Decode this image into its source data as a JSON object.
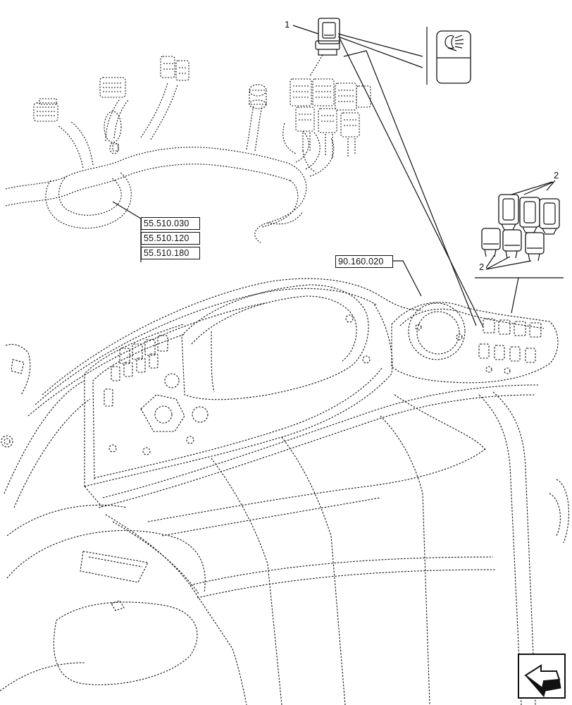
{
  "references": {
    "harness": [
      "55.510.030",
      "55.510.120",
      "55.510.180"
    ],
    "console": "90.160.020"
  },
  "callouts": {
    "switch": "1",
    "covers_upper": "2",
    "covers_lower": "2"
  },
  "icons": {
    "switch_symbol": "work-light-icon",
    "navigation": "back-arrow-icon"
  },
  "colors": {
    "line": "#111111",
    "background": "#ffffff"
  }
}
